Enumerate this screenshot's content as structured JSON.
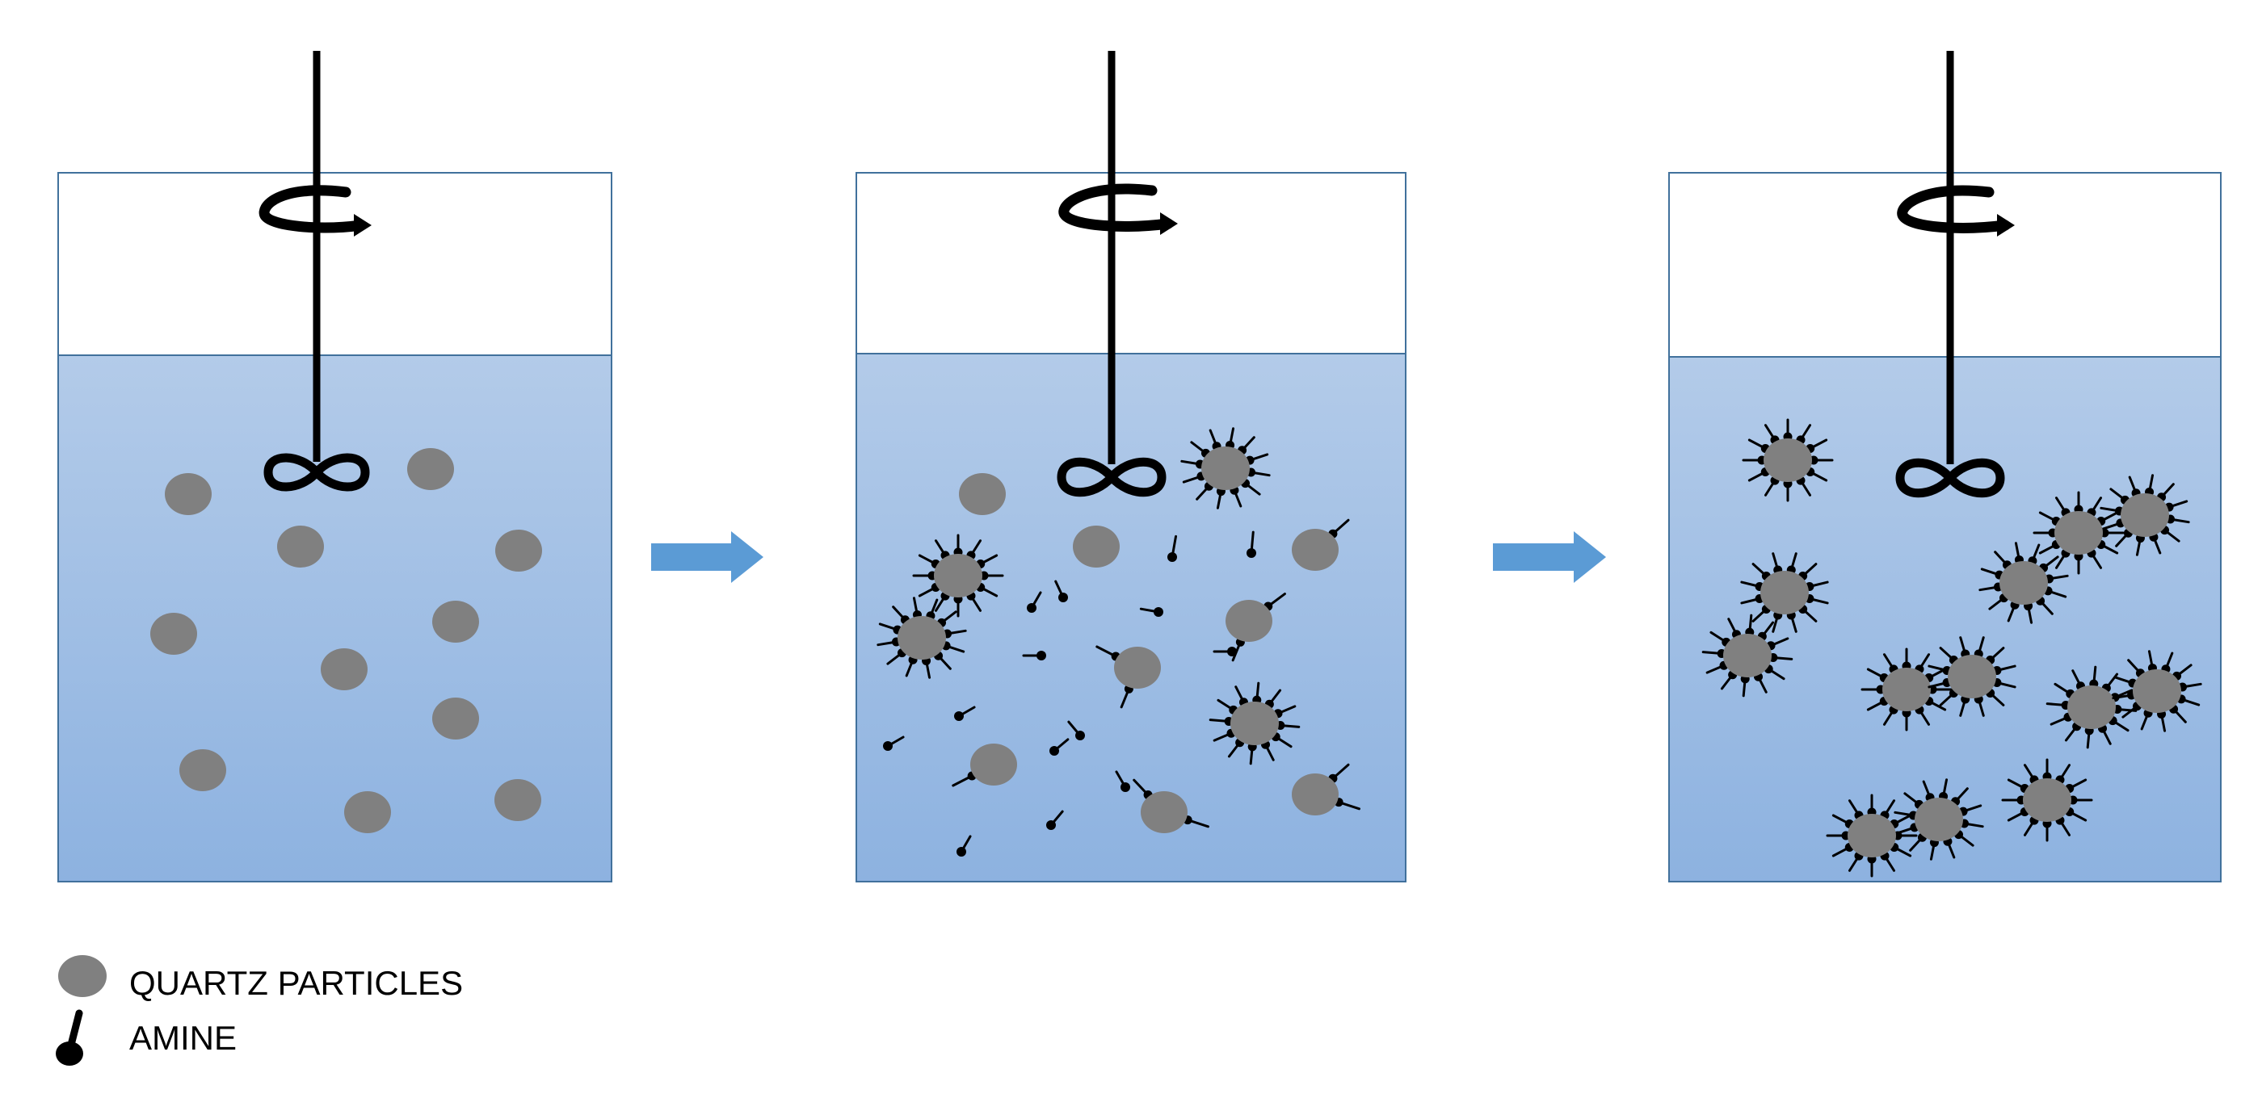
{
  "diagram": {
    "stages": [
      {
        "id": "before-conditioning"
      },
      {
        "id": "amine-adsorption"
      },
      {
        "id": "hydrophobic-aggregation"
      }
    ],
    "legend": {
      "quartz_label": "QUARTZ PARTICLES",
      "amine_label": "AMINE"
    }
  },
  "colors": {
    "water_top": "#b3cbe9",
    "water_bottom": "#8db2e0",
    "tank_border": "#41719c",
    "particle": "#808080",
    "arrow": "#5b9bd5",
    "ink": "#000000"
  },
  "icons": [
    "stirrer-icon",
    "rotation-arrow-icon",
    "impeller-icon",
    "process-arrow-icon",
    "quartz-particle-icon",
    "amine-molecule-icon"
  ]
}
